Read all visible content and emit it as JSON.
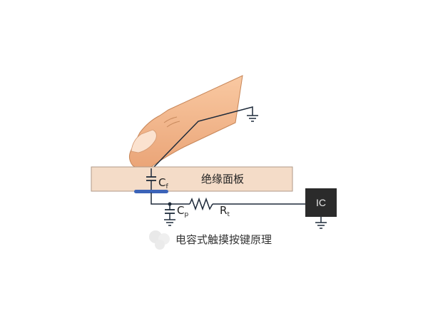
{
  "panel_label": "绝缘面板",
  "finger_capacitor": {
    "letter": "C",
    "subscript": "f"
  },
  "parasitic_capacitor": {
    "letter": "C",
    "subscript": "p"
  },
  "resistor": {
    "letter": "R",
    "subscript": "t"
  },
  "ic_label": "IC",
  "caption": "电容式触摸按键原理",
  "colors": {
    "finger_fill": "#f2b88e",
    "finger_edge": "#c07a48",
    "panel_fill": "#f4dcc8",
    "panel_edge": "#b09a88",
    "electrode": "#3b63b8",
    "wire": "#1e2a3a",
    "ic_box": "#2b2b2b"
  },
  "icons": [
    "ground-icon",
    "finger-image",
    "watermark-icon"
  ]
}
